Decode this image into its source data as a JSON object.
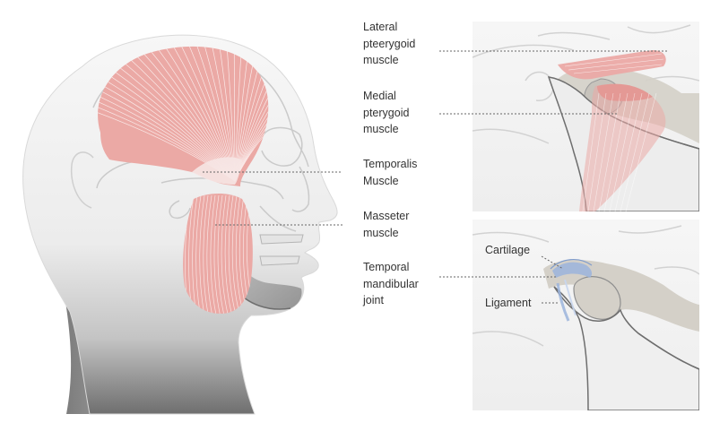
{
  "diagram": {
    "labels": {
      "lateral_pterygoid": [
        "Lateral",
        "pteerygoid",
        "muscle"
      ],
      "medial_pterygoid": [
        "Medial",
        "pterygoid",
        "muscle"
      ],
      "temporalis": [
        "Temporalis",
        "Muscle"
      ],
      "masseter": [
        "Masseter",
        "muscle"
      ],
      "tmj": [
        "Temporal",
        "mandibular",
        "joint"
      ]
    },
    "inset_labels": {
      "cartilage": "Cartilage",
      "ligament": "Ligament"
    }
  },
  "colors": {
    "muscle": "#eba9a5",
    "muscle_fiber": "#ffffff",
    "skull_outline": "#c9c9c9",
    "jaw_gray": "#a3a3a3",
    "cartilage_blue": "#9bb4dc",
    "label_text": "#333333",
    "leader_line": "#666666"
  }
}
